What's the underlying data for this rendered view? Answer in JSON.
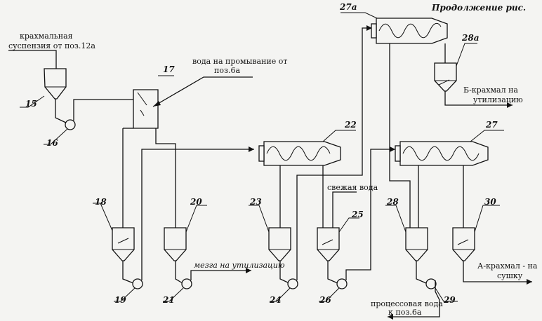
{
  "header": {
    "title": "Продолжение рис."
  },
  "labels": {
    "starch_suspension_line1": "крахмальная",
    "starch_suspension_line2": "суспензия от поз.12а",
    "wash_water_line1": "вода на промывание от",
    "wash_water_line2": "поз.6а",
    "pulp_disposal": "мезга на утилизацию",
    "fresh_water": "свежая вода",
    "process_water_line1": "процессовая вода",
    "process_water_line2": "к поз.6а",
    "b_starch_line1": "Б-крахмал на",
    "b_starch_line2": "утилизацию",
    "a_starch_line1": "А-крахмал - на",
    "a_starch_line2": "сушку"
  },
  "positions": {
    "p15": "15",
    "p16": "16",
    "p17": "17",
    "p18": "18",
    "p19": "19",
    "p20": "20",
    "p21": "21",
    "p22": "22",
    "p23": "23",
    "p24": "24",
    "p25": "25",
    "p26": "26",
    "p27": "27",
    "p27a": "27а",
    "p28": "28",
    "p28a": "28а",
    "p29": "29",
    "p30": "30"
  }
}
